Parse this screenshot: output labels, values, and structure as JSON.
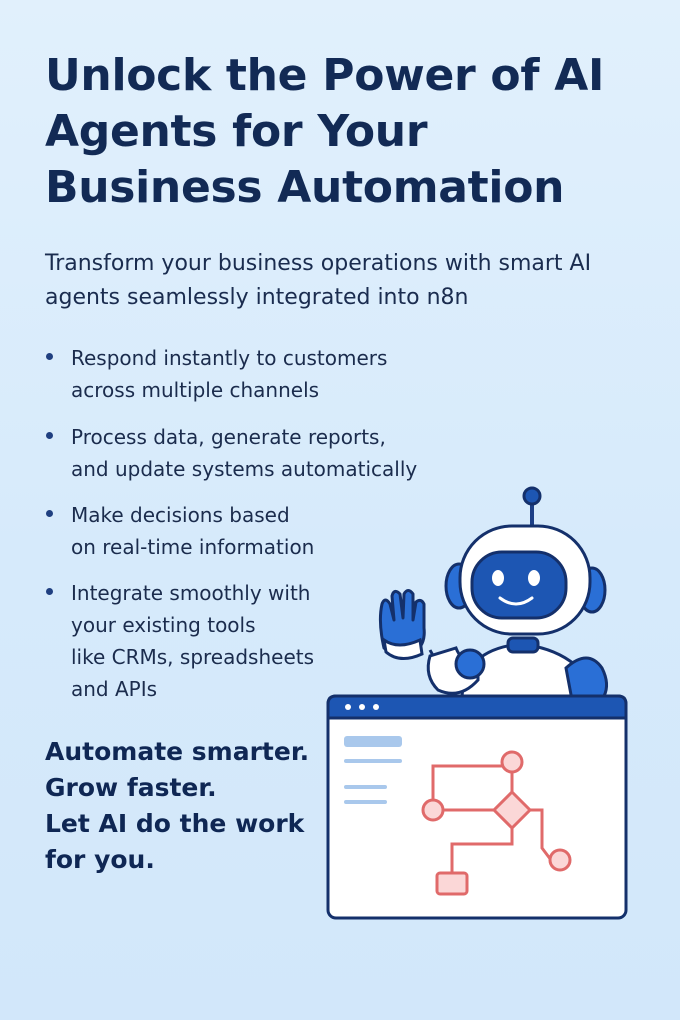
{
  "headline": "Unlock the Power of AI Agents for Your Business Automation",
  "subheadline": "Transform your business operations with smart AI agents seamlessly integrated into n8n",
  "features": [
    {
      "text": "Respond instantly to customers\nacross multiple channels"
    },
    {
      "text": "Process data, generate reports,\nand update systems automatically"
    },
    {
      "text": "Make decisions based\non real-time information"
    },
    {
      "text": "Integrate smoothly with\nyour existing tools\nlike CRMs, spreadsheets\nand APIs"
    }
  ],
  "tagline": "Automate smarter.\nGrow faster.\nLet AI do the work\nfor you.",
  "illustration": {
    "robot_icon": "waving-robot-icon",
    "window_icon": "workflow-window-icon"
  },
  "colors": {
    "background": "#dcedfb",
    "headline": "#122a55",
    "accent_blue": "#1d56b3",
    "workflow_red": "#e57373"
  }
}
